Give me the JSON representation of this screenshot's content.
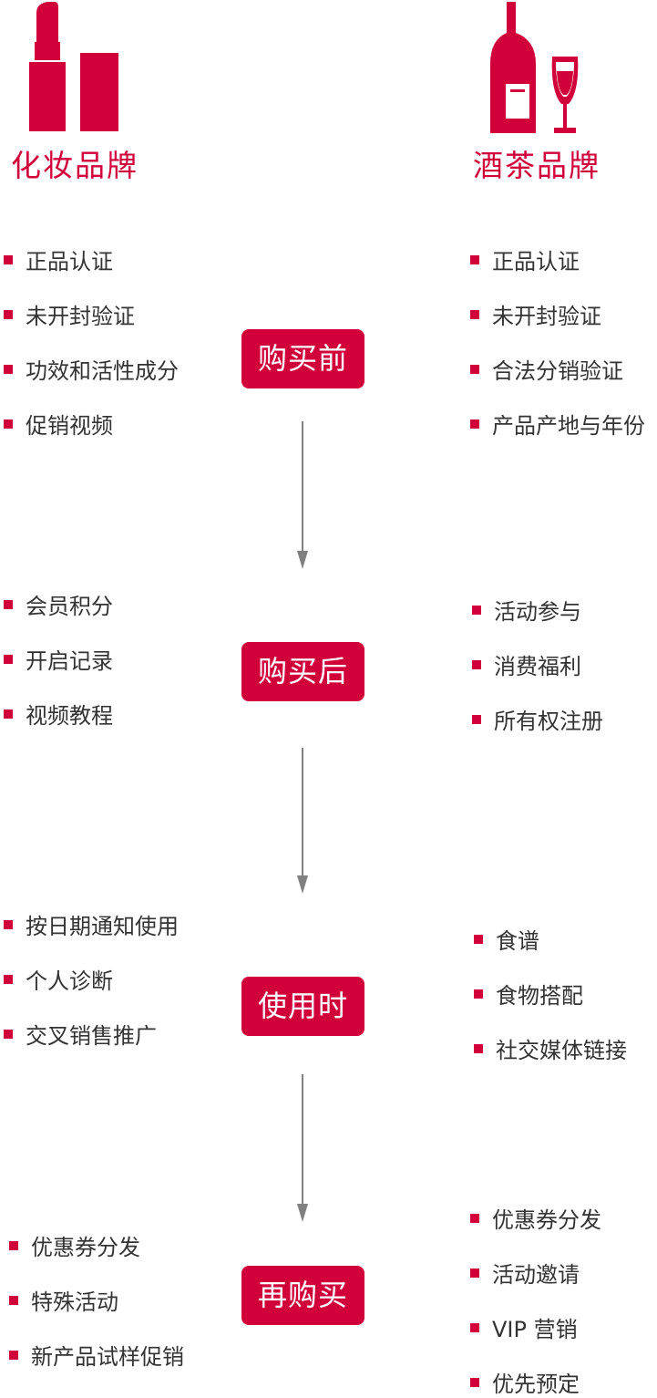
{
  "colors": {
    "accent": "#d1003b",
    "text": "#333333",
    "arrow": "#808080"
  },
  "icons": {
    "left": "lipstick-icon",
    "right": "wine-bottle-and-glass-icon"
  },
  "brands": {
    "cosmetics": "化妆品牌",
    "wine_tea": "酒茶品牌"
  },
  "stages": [
    {
      "label": "购买前",
      "left_items": [
        "正品认证",
        "未开封验证",
        "功效和活性成分",
        "促销视频"
      ],
      "right_items": [
        "正品认证",
        "未开封验证",
        "合法分销验证",
        "产品产地与年份"
      ]
    },
    {
      "label": "购买后",
      "left_items": [
        "会员积分",
        "开启记录",
        "视频教程"
      ],
      "right_items": [
        "活动参与",
        "消费福利",
        "所有权注册"
      ]
    },
    {
      "label": "使用时",
      "left_items": [
        "按日期通知使用",
        "个人诊断",
        "交叉销售推广"
      ],
      "right_items": [
        "食谱",
        "食物搭配",
        "社交媒体链接"
      ]
    },
    {
      "label": "再购买",
      "left_items": [
        "优惠券分发",
        "特殊活动",
        "新产品试样促销"
      ],
      "right_items": [
        "优惠券分发",
        "活动邀请",
        "VIP 营销",
        "优先预定"
      ]
    }
  ]
}
